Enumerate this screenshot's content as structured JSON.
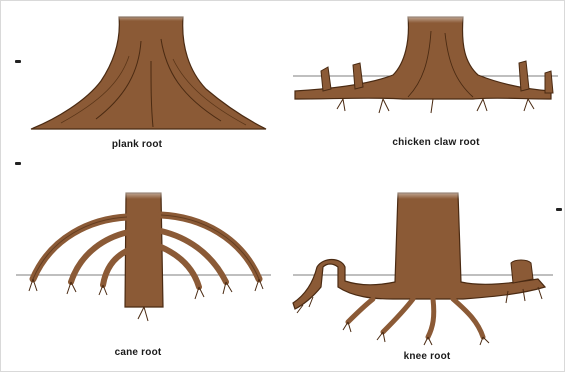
{
  "figure": {
    "panels": [
      {
        "id": "plank",
        "label": "plank root"
      },
      {
        "id": "chicken-claw",
        "label": "chicken claw root"
      },
      {
        "id": "cane",
        "label": "cane root"
      },
      {
        "id": "knee",
        "label": "knee root"
      }
    ]
  },
  "colors": {
    "bark": "#8b5a36",
    "bark_dark": "#5a3518",
    "ground_line": "#555555",
    "label": "#1a1a1a"
  }
}
